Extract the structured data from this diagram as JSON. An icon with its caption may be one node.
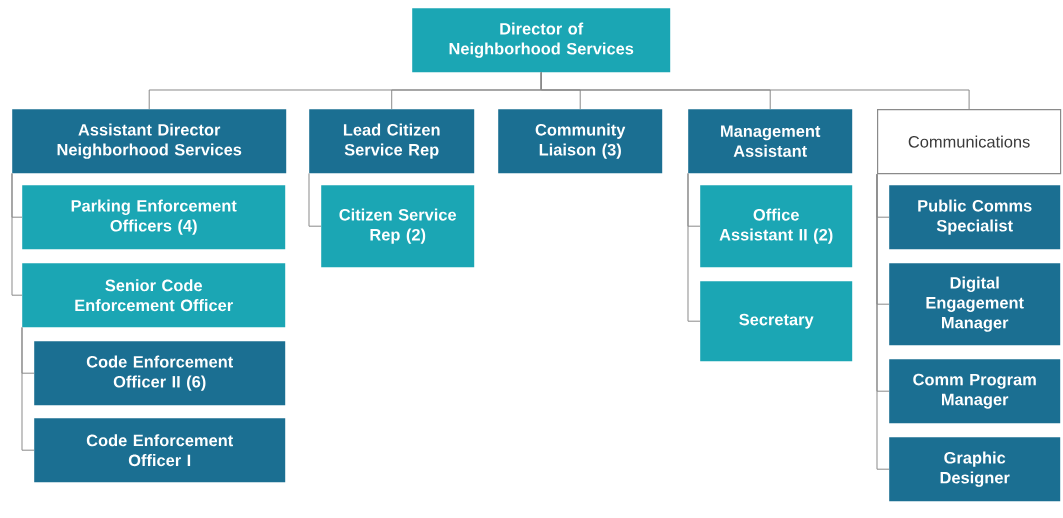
{
  "diagram": {
    "nodes": [
      {
        "text": [
          "Director of Neighborhood Services"
        ]
      },
      {
        "text": [
          "Assistant Director Neighborhood Services"
        ]
      },
      {
        "text": [
          "Parking Enforcement Officers (4)"
        ]
      },
      {
        "text": [
          "Senior Code Enforcement Officer"
        ]
      },
      {
        "text": [
          "Code Enforcement Officer II (6)"
        ]
      },
      {
        "text": [
          "Code Enforcement Officer I"
        ]
      },
      {
        "text": [
          "Lead Citizen Service Rep"
        ]
      },
      {
        "text": [
          "Citizen Service Rep (2)"
        ]
      },
      {
        "text": [
          "Community Liaison (3)"
        ]
      },
      {
        "text": [
          "Management Assistant"
        ]
      },
      {
        "text": [
          "Office Assistant II (2)"
        ]
      },
      {
        "text": [
          "Secretary"
        ]
      },
      {
        "text": [
          "Communications"
        ]
      },
      {
        "text": [
          "Public Comms Specialist"
        ]
      },
      {
        "text": [
          "Digital Engagement Manager"
        ]
      },
      {
        "text": [
          "Comm Program Manager"
        ]
      },
      {
        "text": [
          "Graphic Designer"
        ]
      }
    ],
    "edges": [
      {
        "from": 0,
        "to": 1,
        "arrow": "none"
      },
      {
        "from": 0,
        "to": 6,
        "arrow": "none"
      },
      {
        "from": 0,
        "to": 8,
        "arrow": "none"
      },
      {
        "from": 0,
        "to": 9,
        "arrow": "none"
      },
      {
        "from": 0,
        "to": 12,
        "arrow": "none"
      },
      {
        "from": 1,
        "to": 2,
        "arrow": "none"
      },
      {
        "from": 1,
        "to": 3,
        "arrow": "none"
      },
      {
        "from": 3,
        "to": 4,
        "arrow": "none"
      },
      {
        "from": 3,
        "to": 5,
        "arrow": "none"
      },
      {
        "from": 6,
        "to": 7,
        "arrow": "none"
      },
      {
        "from": 9,
        "to": 10,
        "arrow": "none"
      },
      {
        "from": 9,
        "to": 11,
        "arrow": "none"
      },
      {
        "from": 12,
        "to": 13,
        "arrow": "none"
      },
      {
        "from": 12,
        "to": 14,
        "arrow": "none"
      },
      {
        "from": 12,
        "to": 15,
        "arrow": "none"
      },
      {
        "from": 12,
        "to": 16,
        "arrow": "none"
      }
    ]
  }
}
